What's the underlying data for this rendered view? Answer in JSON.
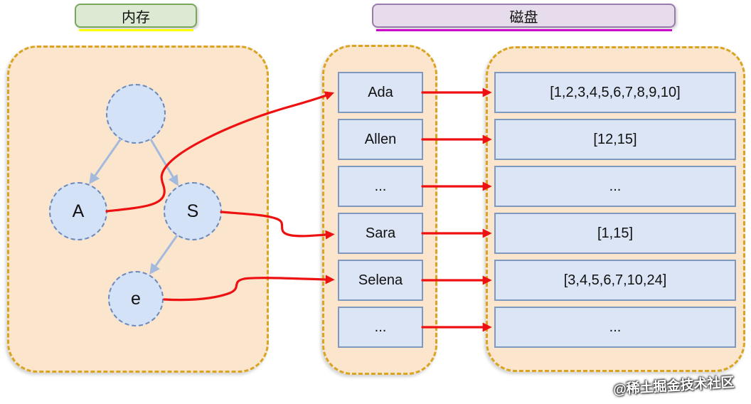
{
  "header": {
    "memory_label": "内存",
    "disk_label": "磁盘"
  },
  "tree": {
    "node_a": "A",
    "node_s": "S",
    "node_e": "e"
  },
  "terms": {
    "rows": [
      "Ada",
      "Allen",
      "...",
      "Sara",
      "Selena",
      "..."
    ]
  },
  "postings": {
    "rows": [
      "[1,2,3,4,5,6,7,8,9,10]",
      "[12,15]",
      "...",
      "[1,15]",
      "[3,4,5,6,7,10,24]",
      "..."
    ]
  },
  "watermark": {
    "text": "@稀土掘金技术社区"
  },
  "colors": {
    "panel_bg": "#fce5cd",
    "panel_border": "#d9a421",
    "cell_bg": "#dbe5f5",
    "cell_border": "#7e99bf",
    "node_bg": "#d3e2f6",
    "node_border": "#6d89b8",
    "arrow_red": "#ee1111",
    "arrow_blue": "#a4badd",
    "memory_label_bg": "#dcead4",
    "memory_label_border": "#7aa75b",
    "memory_underline": "#ffff00",
    "disk_label_bg": "#e6dcec",
    "disk_label_border": "#9a7cab",
    "disk_underline": "#cc00cc"
  }
}
